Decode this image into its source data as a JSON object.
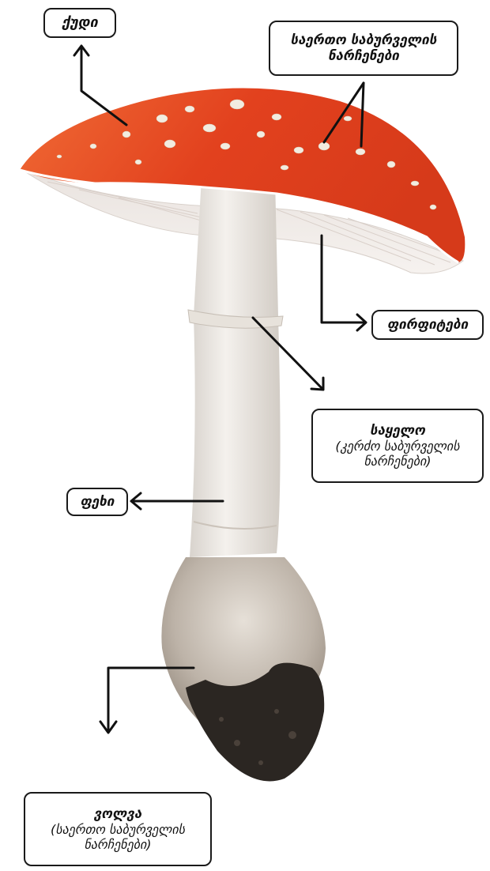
{
  "labels": {
    "cap": "ქუდი",
    "universal_veil_remnants": "საერთო საბურველის ნარჩენები",
    "gills": "ფირფიტები",
    "ring": {
      "title": "საყელო",
      "note": "(კერძო საბურველის ნარჩენები)"
    },
    "stem": "ფეხი",
    "volva": {
      "title": "ვოლვა",
      "note": "(საერთო საბურველის ნარჩენები)"
    }
  },
  "colors": {
    "cap_red": "#e0411f",
    "cap_orange": "#f26a2c",
    "gills": "#eee9e6",
    "stem": "#ece8e3",
    "soil": "#2b2622",
    "wart": "#f2ece0",
    "outline": "#1a1a1a"
  }
}
